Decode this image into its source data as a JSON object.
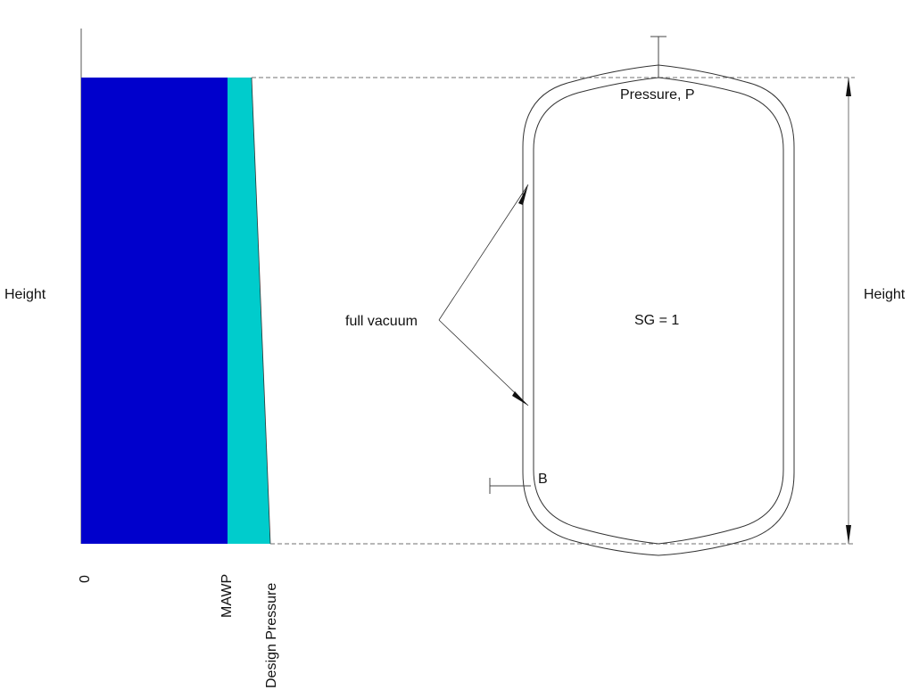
{
  "diagram": {
    "left_panel": {
      "axis_label": "Height",
      "x_labels": {
        "zero": "0",
        "mawp": "MAWP",
        "design_pressure": "Design Pressure"
      },
      "colors": {
        "mawp_region": "#0000CC",
        "hydrostatic_region": "#00CCCC"
      }
    },
    "vessel": {
      "top_label": "Pressure, P",
      "content_label": "SG = 1",
      "bottom_point_label": "B",
      "callout_label": "full vacuum",
      "height_label": "Height"
    },
    "colors": {
      "line": "#333333",
      "dim_line": "#888888"
    }
  }
}
